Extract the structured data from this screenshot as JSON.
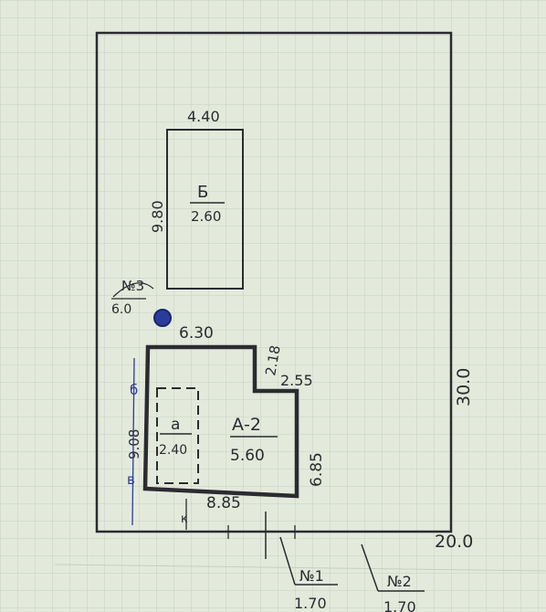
{
  "plot": {
    "width": "20.0",
    "length": "30.0"
  },
  "building_b": {
    "width": "4.40",
    "length": "9.80",
    "letter": "Б",
    "height": "2.60"
  },
  "house_a2": {
    "label": "А-2",
    "height": "5.60",
    "top": "6.30",
    "step_height": "2.18",
    "step_width": "2.55",
    "right": "6.85",
    "bottom": "8.85",
    "left": "9.08",
    "left_marks": [
      "б",
      "в"
    ],
    "bottom_mark": "к"
  },
  "annex_a": {
    "letter": "а",
    "height": "2.40"
  },
  "well_n3": {
    "number": "№3",
    "value": "6.0"
  },
  "gate_n1": {
    "number": "№1",
    "value": "1.70"
  },
  "gate_n2": {
    "number": "№2",
    "value": "1.70"
  },
  "colors": {
    "ink": "#2b2b30",
    "blue_ink": "#2a3b9c",
    "paper": "#e3eadb"
  }
}
